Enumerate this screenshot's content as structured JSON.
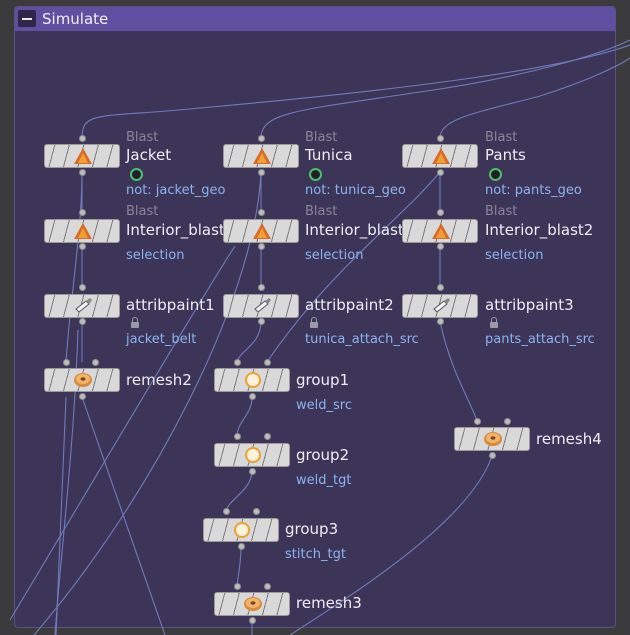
{
  "network_box": {
    "title": "Simulate"
  },
  "nodes": [
    {
      "id": "jacket",
      "type": "Blast",
      "name": "Jacket",
      "sub": "not: jacket_geo"
    },
    {
      "id": "tunica",
      "type": "Blast",
      "name": "Tunica",
      "sub": "not: tunica_geo"
    },
    {
      "id": "pants",
      "type": "Blast",
      "name": "Pants",
      "sub": "not: pants_geo"
    },
    {
      "id": "interior1",
      "type": "Blast",
      "name": "Interior_blast",
      "sub": "selection"
    },
    {
      "id": "interior2",
      "type": "Blast",
      "name": "Interior_blast",
      "sub": "selection"
    },
    {
      "id": "interior3",
      "type": "Blast",
      "name": "Interior_blast2",
      "sub": "selection"
    },
    {
      "id": "attribpaint1",
      "type": "",
      "name": "attribpaint1",
      "sub": "jacket_belt"
    },
    {
      "id": "attribpaint2",
      "type": "",
      "name": "attribpaint2",
      "sub": "tunica_attach_src"
    },
    {
      "id": "attribpaint3",
      "type": "",
      "name": "attribpaint3",
      "sub": "pants_attach_src"
    },
    {
      "id": "remesh2",
      "type": "",
      "name": "remesh2",
      "sub": ""
    },
    {
      "id": "group1",
      "type": "",
      "name": "group1",
      "sub": "weld_src"
    },
    {
      "id": "group2",
      "type": "",
      "name": "group2",
      "sub": "weld_tgt"
    },
    {
      "id": "group3",
      "type": "",
      "name": "group3",
      "sub": "stitch_tgt"
    },
    {
      "id": "remesh3",
      "type": "",
      "name": "remesh3",
      "sub": ""
    },
    {
      "id": "remesh4",
      "type": "",
      "name": "remesh4",
      "sub": ""
    }
  ],
  "icons": {
    "blast": "blast-icon",
    "attribpaint": "paint-brush-icon",
    "group": "group-icon",
    "remesh": "remesh-donut-icon"
  },
  "colors": {
    "box_bg": "#3d3558",
    "box_header": "#5f4fa0",
    "wire": "#7a86c8",
    "sub_label": "#8ab4f0",
    "display_flag": "#4cc06a"
  }
}
